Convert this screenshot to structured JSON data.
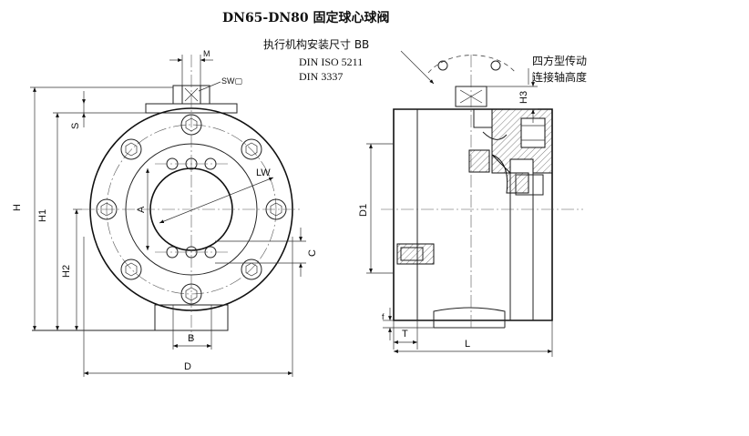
{
  "title": "DN65-DN80    固定球心球阀",
  "actuator_note": "执行机构安装尺寸 BB",
  "standards": [
    "DIN ISO 5211",
    "DIN 3337"
  ],
  "stem_note": [
    "四方型传动",
    "连接轴高度"
  ],
  "dimensions": {
    "M": "M",
    "SW": "SW▢",
    "S": "S",
    "H": "H",
    "H1": "H1",
    "H2": "H2",
    "A": "A",
    "LW": "LW",
    "C": "C",
    "B": "B",
    "D": "D",
    "D1": "D1",
    "H3": "H3",
    "f": "f",
    "T": "T",
    "L": "L"
  }
}
